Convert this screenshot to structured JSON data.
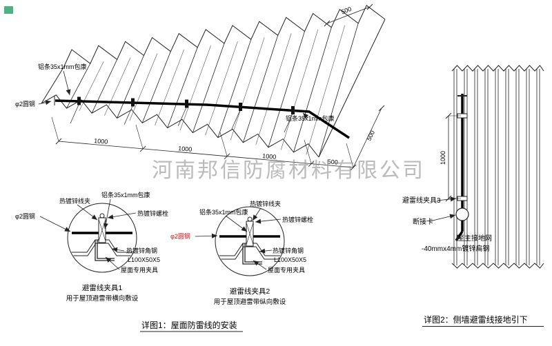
{
  "watermark": "河南邦信防腐材料有限公司",
  "main_view": {
    "label_al_strip_top": "铝条35x1mm包康",
    "label_round_steel": "φ2圆钢",
    "label_al_strip_right": "铝条35x1mm包康",
    "dims": [
      "1000",
      "1000",
      "1000",
      "500",
      "500",
      "500"
    ]
  },
  "detail1": {
    "labels": {
      "wire_clip": "热镀锌线夹",
      "al_strip": "铝条35x1mm包康",
      "bolt": "热镀锌螺栓",
      "round_steel": "φ2圆钢",
      "angle_steel": "热镀锌角钢",
      "angle_spec": "L100X50X5",
      "roof_clamp": "屋面专用夹具"
    },
    "title": "避雷线夹具1",
    "subtitle": "用于屋顶避雷带横向敷设"
  },
  "detail2": {
    "labels": {
      "al_strip": "铝条35x1mm包康",
      "wire_clip": "热镀锌线夹",
      "bolt": "热镀锌螺栓",
      "round_steel": "φ2圆钢",
      "angle_steel": "热镀锌角钢",
      "angle_spec": "L100X50X5",
      "roof_clamp": "屋面专用夹具"
    },
    "title": "避雷线夹具2",
    "subtitle": "用于屋顶避雷带纵向敷设"
  },
  "wall_view": {
    "dim": "1000",
    "label_clamp3": "避雷线夹具3",
    "label_disconnect": "断接卡",
    "label_to_ground": "至主接地网",
    "label_flat_steel": "-40mmx4mm镀锌扁钢"
  },
  "captions": {
    "detail1": "详图1：屋面防雷线的安装",
    "detail2": "详图2：侧墙避雷线接地引下"
  },
  "colors": {
    "line": "#222222",
    "highlight_red": "#cc1111",
    "watermark": "#8f8f8f",
    "corner_mark": "#2fa36b"
  }
}
